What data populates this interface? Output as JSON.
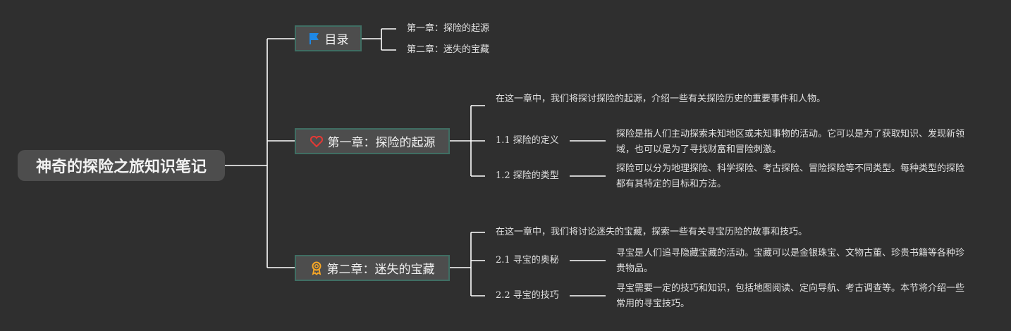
{
  "root": {
    "title": "神奇的探险之旅知识笔记"
  },
  "toc": {
    "label": "目录",
    "icon": "flag-icon",
    "items": [
      "第一章：探险的起源",
      "第二章：迷失的宝藏"
    ]
  },
  "chapter1": {
    "label": "第一章：探险的起源",
    "icon": "heart-icon",
    "intro": "在这一章中，我们将探讨探险的起源，介绍一些有关探险历史的重要事件和人物。",
    "sections": [
      {
        "title": "1.1 探险的定义",
        "text": "探险是指人们主动探索未知地区或未知事物的活动。它可以是为了获取知识、发现新领域，也可以是为了寻找财富和冒险刺激。"
      },
      {
        "title": "1.2 探险的类型",
        "text": "探险可以分为地理探险、科学探险、考古探险、冒险探险等不同类型。每种类型的探险都有其特定的目标和方法。"
      }
    ]
  },
  "chapter2": {
    "label": "第二章：迷失的宝藏",
    "icon": "award-ribbon-icon",
    "intro": "在这一章中，我们将讨论迷失的宝藏，探索一些有关寻宝历险的故事和技巧。",
    "sections": [
      {
        "title": "2.1 寻宝的奥秘",
        "text": "寻宝是人们追寻隐藏宝藏的活动。宝藏可以是金银珠宝、文物古董、珍贵书籍等各种珍贵物品。"
      },
      {
        "title": "2.2 寻宝的技巧",
        "text": "寻宝需要一定的技巧和知识，包括地图阅读、定向导航、考古调查等。本节将介绍一些常用的寻宝技巧。"
      }
    ]
  },
  "colors": {
    "background": "#2f2f2f",
    "node_fill": "#4d4d4d",
    "node_border": "#3f6e63",
    "connector": "#ffffff",
    "flag": "#1e88e5",
    "heart": "#e53935",
    "award": "#f9a825"
  }
}
